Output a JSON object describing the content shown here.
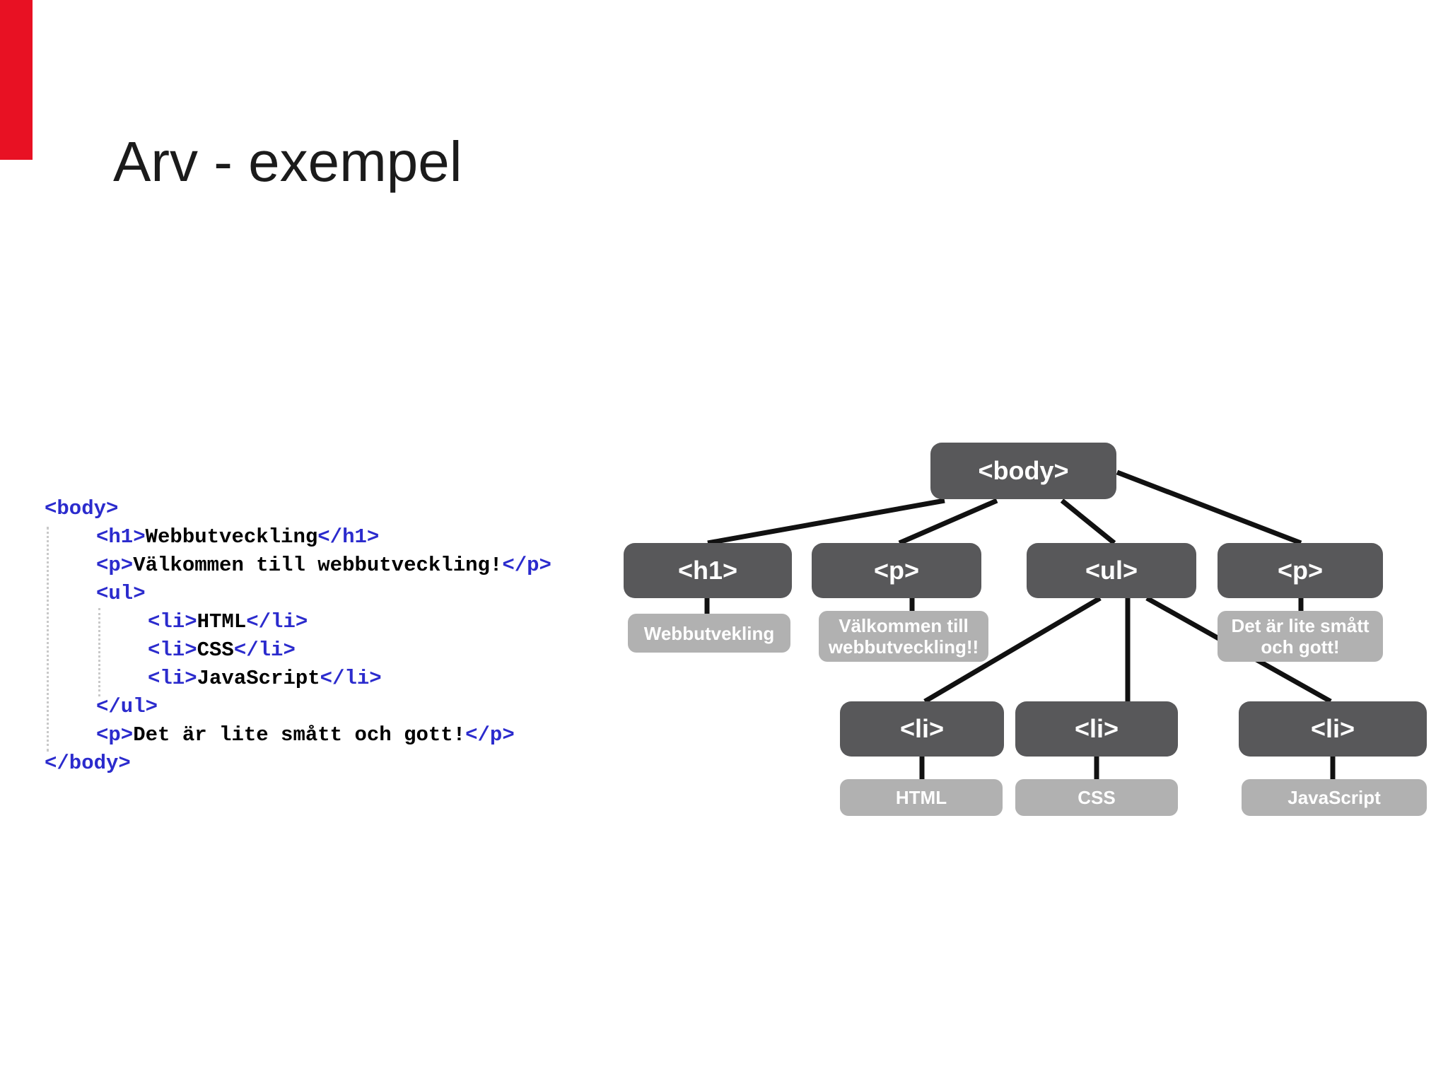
{
  "title": "Arv - exempel",
  "colors": {
    "accent": "#e81123",
    "title_text": "#1b1b1b",
    "code_tag": "#2b2bcd",
    "code_text": "#000000",
    "node_bg": "#58585a",
    "label_bg": "#b1b1b1",
    "line": "#111111"
  },
  "code": {
    "lines": [
      {
        "open": "<body>",
        "text": "",
        "close": ""
      },
      {
        "open": "<h1>",
        "text": "Webbutveckling",
        "close": "</h1>"
      },
      {
        "open": "<p>",
        "text": "Välkommen till webbutveckling!",
        "close": "</p>"
      },
      {
        "open": "<ul>",
        "text": "",
        "close": ""
      },
      {
        "open": "<li>",
        "text": "HTML",
        "close": "</li>"
      },
      {
        "open": "<li>",
        "text": "CSS",
        "close": "</li>"
      },
      {
        "open": "<li>",
        "text": "JavaScript",
        "close": "</li>"
      },
      {
        "open": "</ul>",
        "text": "",
        "close": ""
      },
      {
        "open": "<p>",
        "text": "Det är lite smått och gott!",
        "close": "</p>"
      },
      {
        "open": "</body>",
        "text": "",
        "close": ""
      }
    ]
  },
  "tree": {
    "root_label": "<body>",
    "nodes": {
      "h1": "<h1>",
      "p1": "<p>",
      "ul": "<ul>",
      "p2": "<p>",
      "li1": "<li>",
      "li2": "<li>",
      "li3": "<li>"
    },
    "value_labels": {
      "h1": "Webbutvekling",
      "p1_line1": "Välkommen till",
      "p1_line2": "webbutveckling!!",
      "p2_line1": "Det är lite smått",
      "p2_line2": "och gott!",
      "li1": "HTML",
      "li2": "CSS",
      "li3": "JavaScript"
    }
  }
}
